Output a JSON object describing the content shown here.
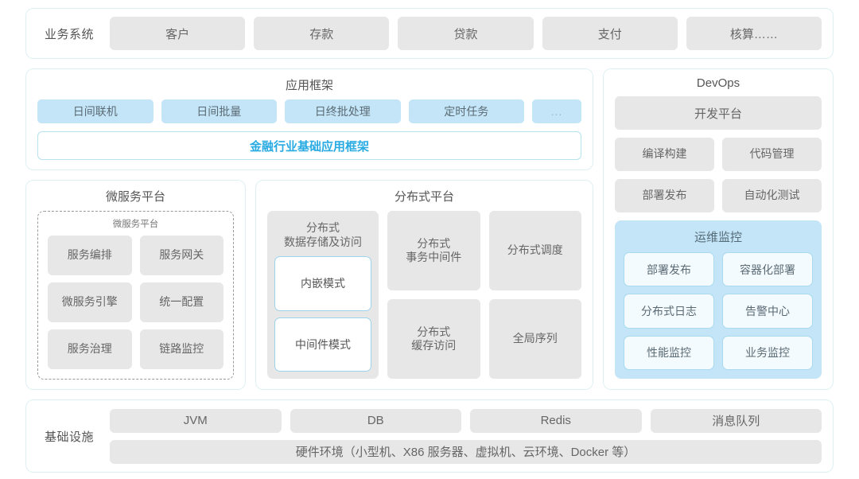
{
  "business_systems": {
    "label": "业务系统",
    "items": [
      "客户",
      "存款",
      "贷款",
      "支付",
      "核算……"
    ]
  },
  "application_framework": {
    "title": "应用框架",
    "chips": [
      "日间联机",
      "日间批量",
      "日终批处理",
      "定时任务",
      "..."
    ],
    "banner": "金融行业基础应用框架",
    "banner_color": "#29abe2",
    "chip_color": "#c3e5f7"
  },
  "microservice_platform": {
    "title": "微服务平台",
    "inner_title": "微服务平台",
    "items": [
      "服务编排",
      "服务网关",
      "微服务引擎",
      "统一配置",
      "服务治理",
      "链路监控"
    ]
  },
  "distributed_platform": {
    "title": "分布式平台",
    "first_column": {
      "title": "分布式\n数据存储及访问",
      "title_line1": "分布式",
      "title_line2": "数据存储及访问",
      "sub_items": [
        "内嵌模式",
        "中间件模式"
      ]
    },
    "cells": [
      {
        "line1": "分布式",
        "line2": "事务中间件"
      },
      {
        "line1": "分布式调度",
        "line2": ""
      },
      {
        "line1": "分布式",
        "line2": "缓存访问"
      },
      {
        "line1": "全局序列",
        "line2": ""
      }
    ]
  },
  "devops": {
    "title": "DevOps",
    "platform": "开发平台",
    "items": [
      "编译构建",
      "代码管理",
      "部署发布",
      "自动化测试"
    ],
    "ops_monitor": {
      "title": "运维监控",
      "color": "#c3e5f7",
      "items": [
        "部署发布",
        "容器化部署",
        "分布式日志",
        "告警中心",
        "性能监控",
        "业务监控"
      ]
    }
  },
  "infrastructure": {
    "label": "基础设施",
    "items": [
      "JVM",
      "DB",
      "Redis",
      "消息队列"
    ],
    "hardware": "硬件环境（小型机、X86 服务器、虚拟机、云环境、Docker 等）"
  }
}
